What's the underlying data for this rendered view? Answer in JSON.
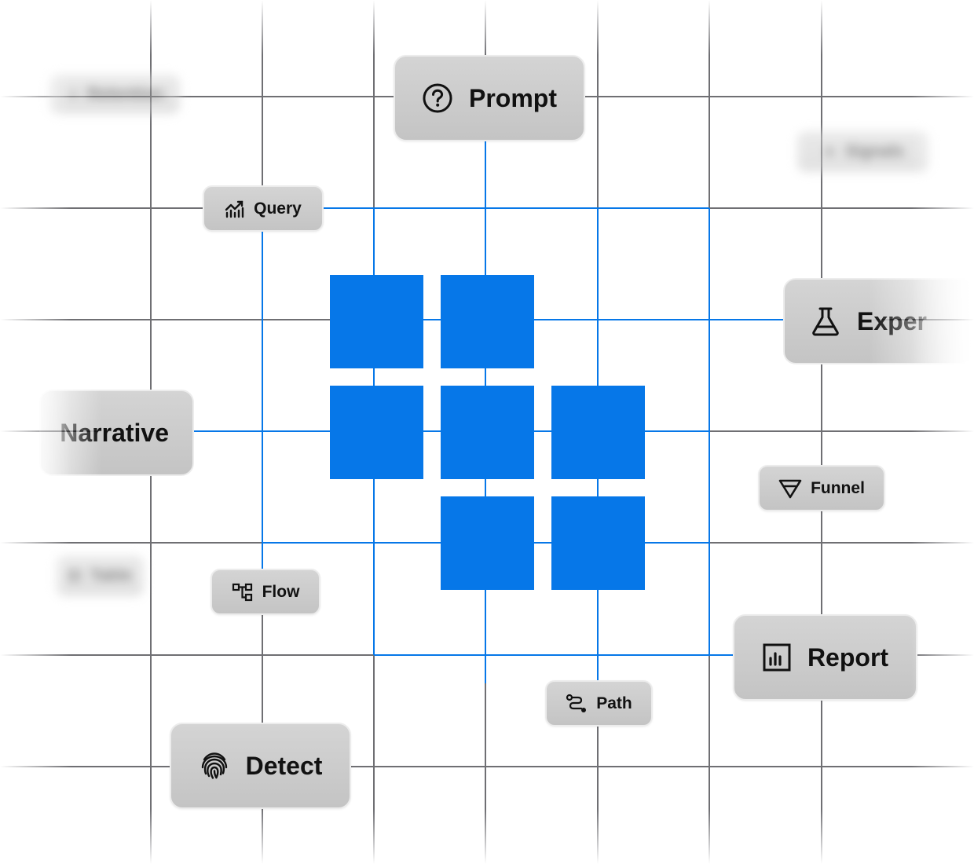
{
  "colors": {
    "accent": "#0677e8",
    "grid_line": "#6f6f73",
    "chip_fill": "#c9c9c9",
    "chip_text": "#111111"
  },
  "nodes": {
    "prompt": {
      "label": "Prompt",
      "icon": "question-circle-icon"
    },
    "query": {
      "label": "Query",
      "icon": "line-bar-chart-icon"
    },
    "experiment": {
      "label": "Exper",
      "icon": "flask-icon"
    },
    "narrative": {
      "label": "Narrative",
      "icon": ""
    },
    "funnel": {
      "label": "Funnel",
      "icon": "funnel-icon"
    },
    "flow": {
      "label": "Flow",
      "icon": "flow-diagram-icon"
    },
    "report": {
      "label": "Report",
      "icon": "bar-report-icon"
    },
    "path": {
      "label": "Path",
      "icon": "path-icon"
    },
    "detect": {
      "label": "Detect",
      "icon": "fingerprint-icon"
    },
    "faded_top_left": {
      "label": "Retention",
      "icon": "arrow-icon"
    },
    "faded_top_right": {
      "label": "Signals",
      "icon": "sparkle-icon"
    },
    "faded_mid_left": {
      "label": "Table",
      "icon": "table-icon"
    }
  }
}
